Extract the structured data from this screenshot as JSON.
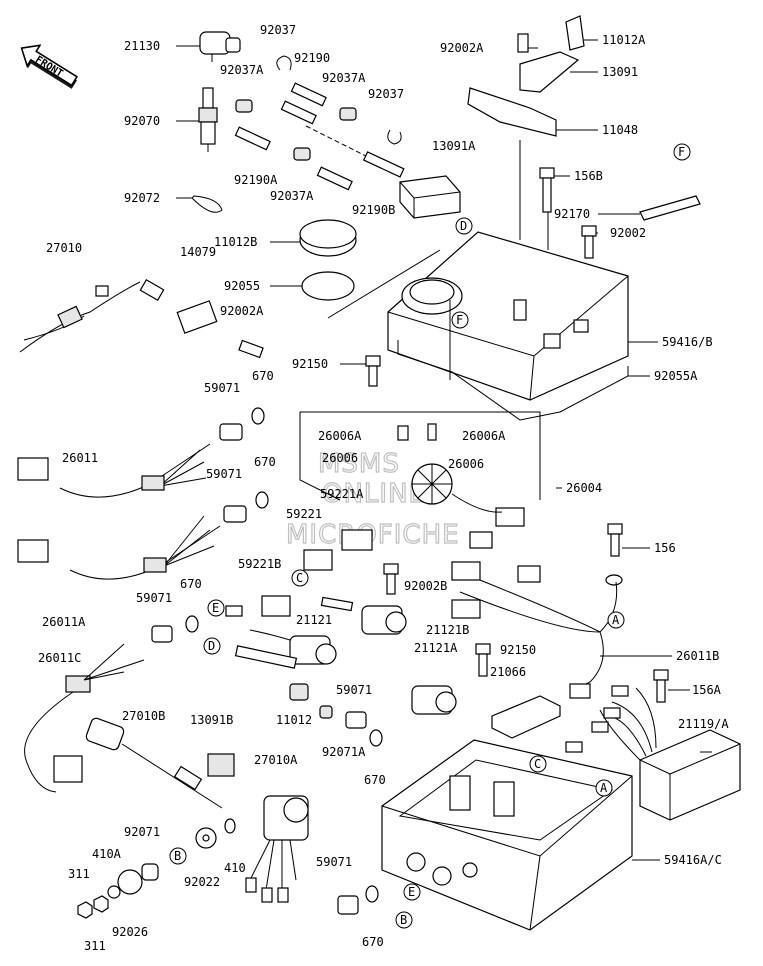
{
  "front_arrow": "FRONT",
  "watermark": [
    "MSMS",
    "ONLINE",
    "MICROFICHE"
  ],
  "labels": {
    "l21130": "21130",
    "l92037_a": "92037",
    "l92190": "92190",
    "l92037A_a": "92037A",
    "l92037A_b": "92037A",
    "l92037_b": "92037",
    "l92070": "92070",
    "l92190A": "92190A",
    "l92037A_c": "92037A",
    "l92190B": "92190B",
    "l13091A": "13091A",
    "l92072": "92072",
    "l92002A_top": "92002A",
    "l11012A": "11012A",
    "l13091": "13091",
    "l11048": "11048",
    "l156B": "156B",
    "l92170": "92170",
    "l11012B": "11012B",
    "l92055": "92055",
    "l92002": "92002",
    "l27010": "27010",
    "l14079": "14079",
    "l92002A_mid": "92002A",
    "l59416B": "59416/B",
    "l92055A": "92055A",
    "l92150_a": "92150",
    "l59071_a": "59071",
    "l670_a": "670",
    "l26006A_a": "26006A",
    "l26006A_b": "26006A",
    "l26006_a": "26006",
    "l26006_b": "26006",
    "l26011": "26011",
    "l59071_b": "59071",
    "l670_b": "670",
    "l26004": "26004",
    "l59221A": "59221A",
    "l59221": "59221",
    "l156": "156",
    "l59221B": "59221B",
    "l92002B": "92002B",
    "l26011A": "26011A",
    "l59071_c": "59071",
    "l670_c": "670",
    "l21121": "21121",
    "l21121B": "21121B",
    "l21121A": "21121A",
    "l92150_b": "92150",
    "l26011B": "26011B",
    "l26011C": "26011C",
    "l21066": "21066",
    "l156A": "156A",
    "l59071_d": "59071",
    "l11012": "11012",
    "l92071A": "92071A",
    "l21119A": "21119/A",
    "l27010B": "27010B",
    "l13091B": "13091B",
    "l670_d": "670",
    "l27010A": "27010A",
    "l92071": "92071",
    "l410A": "410A",
    "l410": "410",
    "l92022": "92022",
    "l311_a": "311",
    "l311_b": "311",
    "l92026": "92026",
    "l59071_e": "59071",
    "l670_e": "670",
    "l59416AC": "59416A/C"
  },
  "callouts": {
    "D_a": "D",
    "F_a": "F",
    "F_b": "F",
    "C_a": "C",
    "E_a": "E",
    "D_b": "D",
    "A_a": "A",
    "C_b": "C",
    "A_b": "A",
    "B_a": "B",
    "E_b": "E",
    "B_b": "B"
  }
}
